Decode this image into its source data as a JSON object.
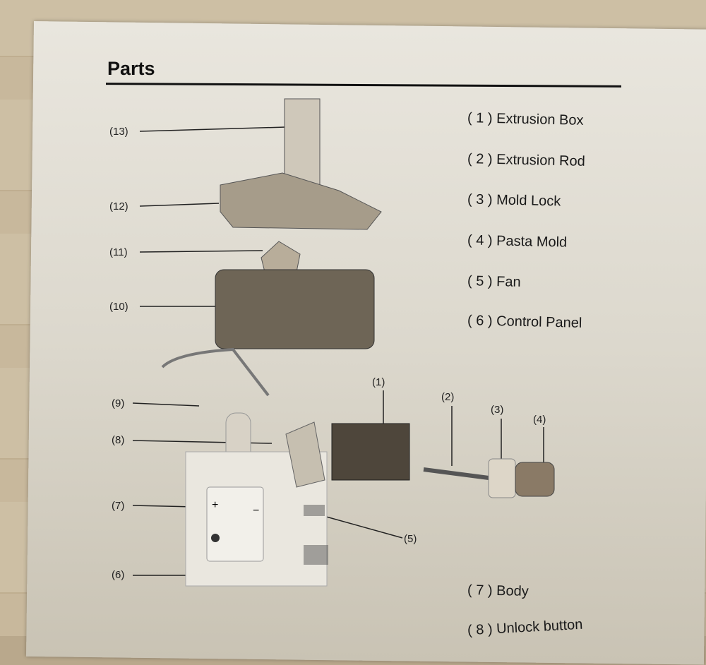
{
  "title": "Parts",
  "parts": [
    {
      "num": "( 1 )",
      "name": "Extrusion Box"
    },
    {
      "num": "( 2 )",
      "name": "Extrusion Rod"
    },
    {
      "num": "( 3 )",
      "name": "Mold Lock"
    },
    {
      "num": "( 4 )",
      "name": "Pasta Mold"
    },
    {
      "num": "( 5 )",
      "name": "Fan"
    },
    {
      "num": "( 6 )",
      "name": "Control Panel"
    },
    {
      "num": "( 7 )",
      "name": "Body"
    },
    {
      "num": "( 8 )",
      "name": "Unlock button"
    }
  ],
  "callouts": [
    "(13)",
    "(12)",
    "(11)",
    "(10)",
    "(9)",
    "(8)",
    "(7)",
    "(6)",
    "(1)",
    "(2)",
    "(3)",
    "(4)",
    "(5)"
  ],
  "panel": {
    "plus": "+",
    "minus": "−"
  }
}
